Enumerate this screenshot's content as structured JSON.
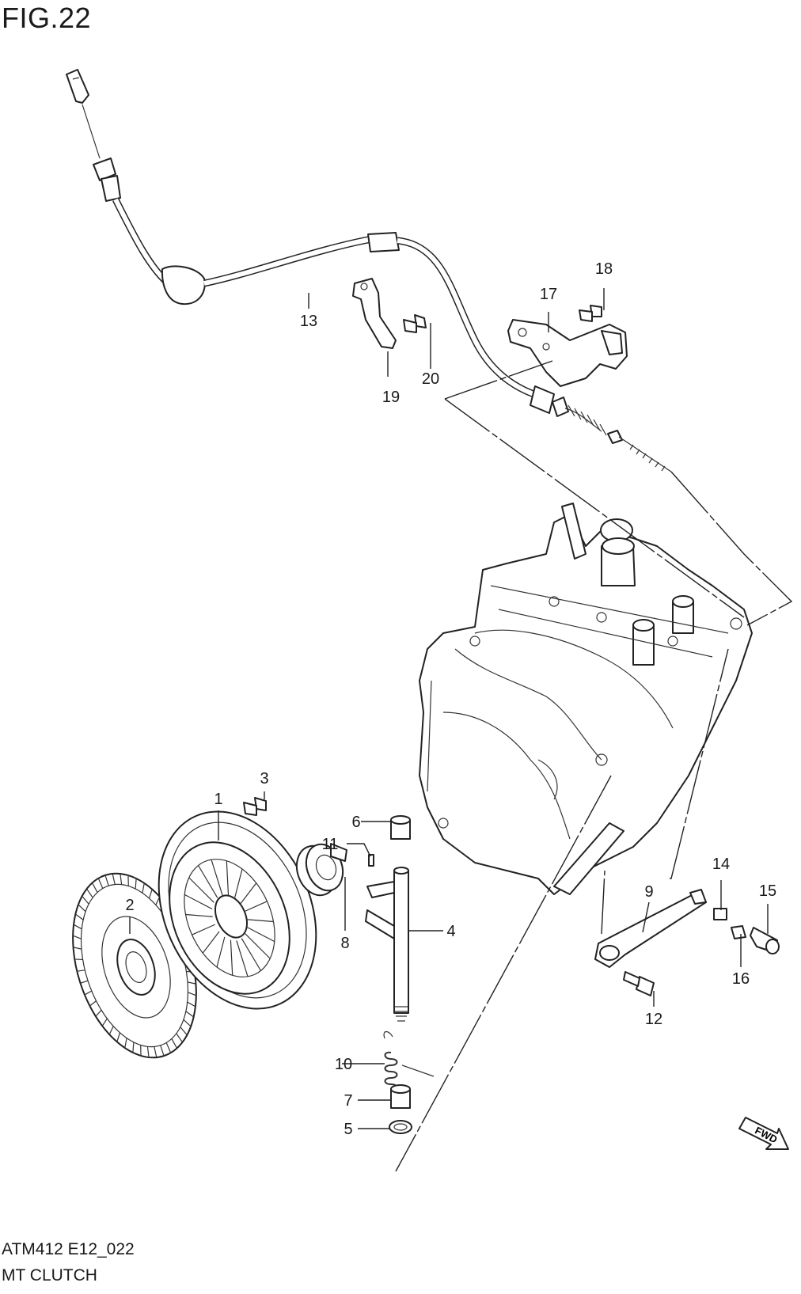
{
  "figure": {
    "title": "FIG.22",
    "code": "ATM412 E12_022",
    "caption": "MT CLUTCH"
  },
  "fwd_label": "FWD",
  "parts": {
    "p1": "1",
    "p2": "2",
    "p3": "3",
    "p4": "4",
    "p5": "5",
    "p6": "6",
    "p7": "7",
    "p8": "8",
    "p9": "9",
    "p10": "10",
    "p11": "11",
    "p12": "12",
    "p13": "13",
    "p14": "14",
    "p15": "15",
    "p16": "16",
    "p17": "17",
    "p18": "18",
    "p19": "19",
    "p20": "20"
  }
}
